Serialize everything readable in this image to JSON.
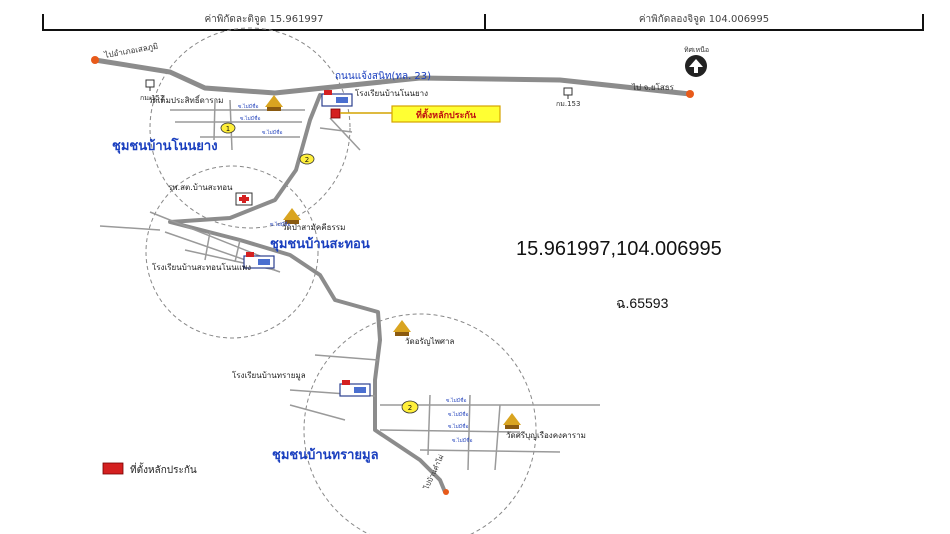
{
  "header": {
    "latitude_label": "ค่าพิกัดละติจูด 15.961997",
    "longitude_label": "ค่าพิกัดลองจิจูด 104.006995"
  },
  "coordinates_text": "15.961997,104.006995",
  "parcel_number": "ฉ.65593",
  "map": {
    "road_left_dir": "ไปอำเภอเสลภูมิ",
    "road_right_dir": "ไป จ.ยโสธร",
    "road_south_dir": "ไปบ้านคำไผ่",
    "highway_label": "ถนนแจ้งสนิท(ทล. 23)",
    "km_marker_left": "กม.152",
    "km_marker_right": "กม.153",
    "north_label": "ทิศเหนือ",
    "collateral_callout": "ที่ตั้งหลักประกัน",
    "small_road_label": "ซ.ไม่มีชื่อ",
    "community_1": "ชุมชนบ้านโนนยาง",
    "community_2": "ชุมชนบ้านสะทอน",
    "community_3": "ชุมชนบ้านทรายมูล",
    "temple_1": "วัดเต็มประสิทธิ์ดาราม",
    "school_1": "โรงเรียนบ้านโนนยาง",
    "hospital": "รพ.สต.บ้านสะทอน",
    "temple_2": "วัดป่าสามัคคีธรรม",
    "school_2": "โรงเรียนบ้านสะทอนโนนแพง",
    "temple_3": "วัดอรัญไพศาล",
    "school_3": "โรงเรียนบ้านทรายมูล",
    "temple_4": "วัดศรีบุญเรืองคงคาราม",
    "road_number_1": "1",
    "road_number_2": "2",
    "legend_label": "ที่ตั้งหลักประกัน",
    "colors": {
      "road": "#8c8c8c",
      "community_text": "#1a3fbf",
      "collateral": "#d42020",
      "callout_fill": "#ffff33",
      "callout_border": "#d4a300"
    }
  }
}
